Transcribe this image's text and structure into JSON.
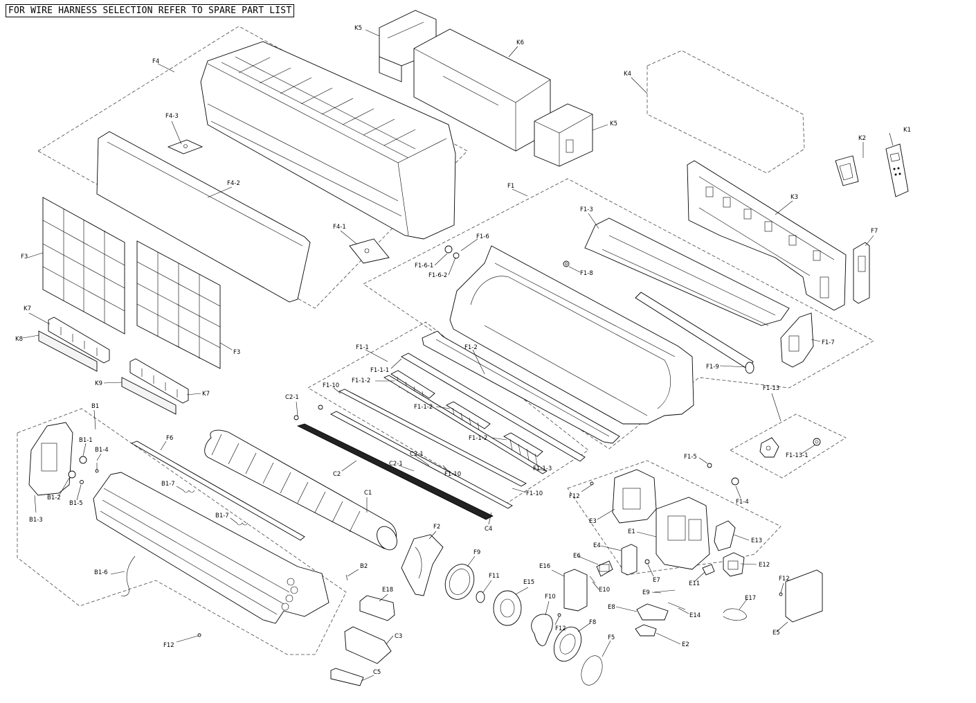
{
  "header": {
    "note": "FOR WIRE HARNESS SELECTION REFER TO SPARE PART LIST"
  },
  "labels": {
    "K5a": "K5",
    "K6": "K6",
    "K5b": "K5",
    "K4": "K4",
    "K2": "K2",
    "K1": "K1",
    "K3": "K3",
    "F7": "F7",
    "F4": "F4",
    "F4_3": "F4-3",
    "F4_2": "F4-2",
    "F4_1": "F4-1",
    "F1": "F1",
    "F1_3": "F1-3",
    "F1_6": "F1-6",
    "F1_6_1": "F1-6-1",
    "F1_6_2": "F1-6-2",
    "F1_8": "F1-8",
    "F3a": "F3",
    "F3b": "F3",
    "K7a": "K7",
    "K8": "K8",
    "K9": "K9",
    "K7b": "K7",
    "F1_7": "F1-7",
    "F1_9": "F1-9",
    "F1_13": "F1-13",
    "F1_13_1": "F1-13-1",
    "F1_1": "F1-1",
    "F1_2": "F1-2",
    "F1_1_1": "F1-1-1",
    "F1_1_2a": "F1-1-2",
    "F1_10a": "F1-10",
    "F1_1_2b": "F1-1-2",
    "F1_1_2c": "F1-1-2",
    "F1_1_3": "F1-1-3",
    "F1_10b": "F1-10",
    "F1_10c": "F1-10",
    "C2_1a": "C2-1",
    "C2_1b": "C2-1",
    "C2_1c": "C2-1",
    "C2": "C2",
    "C1": "C1",
    "C4": "C4",
    "B1": "B1",
    "B1_1": "B1-1",
    "B1_4": "B1-4",
    "B1_2": "B1-2",
    "B1_5": "B1-5",
    "B1_3": "B1-3",
    "B1_7a": "B1-7",
    "B1_7b": "B1-7",
    "B1_6": "B1-6",
    "B2": "B2",
    "F6": "F6",
    "F12a": "F12",
    "F12b": "F12",
    "F12c": "F12",
    "F12d": "F12",
    "F2": "F2",
    "F9": "F9",
    "F11": "F11",
    "E15": "E15",
    "E18": "E18",
    "C3": "C3",
    "C5": "C5",
    "F10": "F10",
    "F8": "F8",
    "F5": "F5",
    "E16": "E16",
    "E10": "E10",
    "E6": "E6",
    "E4": "E4",
    "E3": "E3",
    "E1": "E1",
    "E7": "E7",
    "E9": "E9",
    "E8": "E8",
    "E2": "E2",
    "E14": "E14",
    "E11": "E11",
    "E12": "E12",
    "E13": "E13",
    "F1_5": "F1-5",
    "F1_4": "F1-4",
    "E17": "E17",
    "E5": "E5"
  }
}
